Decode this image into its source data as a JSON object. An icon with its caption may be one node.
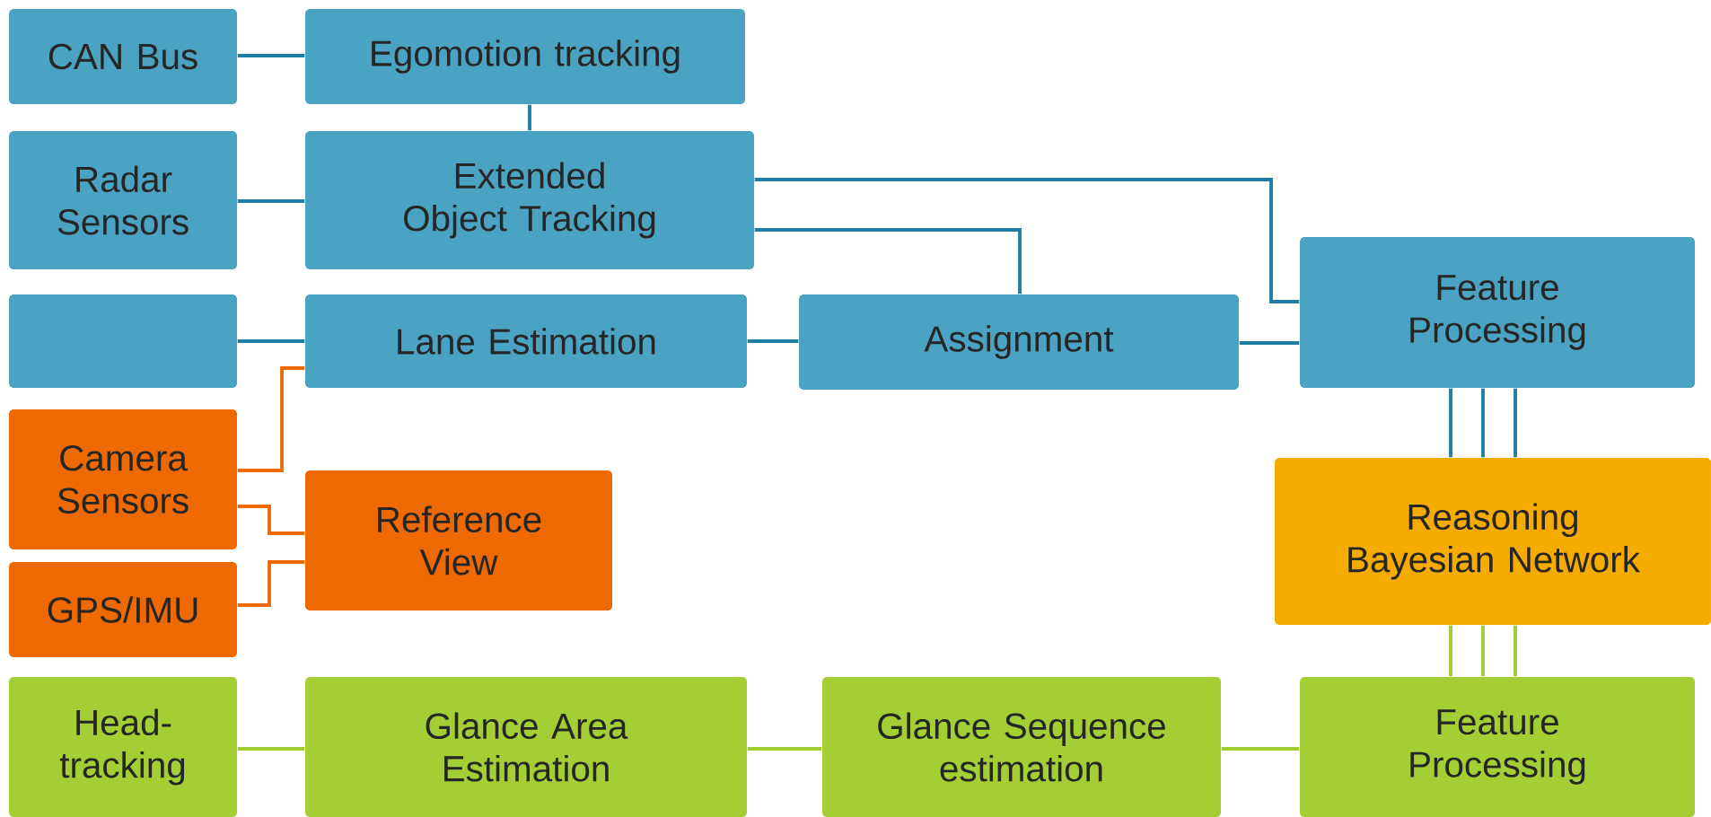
{
  "diagram": {
    "nodes": [
      {
        "text": [
          "CAN Bus"
        ]
      },
      {
        "text": [
          "Egomotion tracking"
        ]
      },
      {
        "text": [
          "Radar Sensors"
        ]
      },
      {
        "text": [
          "Extended Object Tracking"
        ]
      },
      {
        "text": [],
        "shape": "box"
      },
      {
        "text": [
          "Lane Estimation"
        ]
      },
      {
        "text": [
          "Assignment"
        ]
      },
      {
        "text": [
          "Feature Processing"
        ]
      },
      {
        "text": [
          "Camera Sensors"
        ]
      },
      {
        "text": [
          "Reference View"
        ]
      },
      {
        "text": [
          "GPS/IMU"
        ]
      },
      {
        "text": [
          "Reasoning Bayesian Network"
        ]
      },
      {
        "text": [
          "Head-tracking"
        ]
      },
      {
        "text": [
          "Glance Area Estimation"
        ]
      },
      {
        "text": [
          "Glance Sequence estimation"
        ]
      },
      {
        "text": [
          "Feature Processing"
        ]
      }
    ],
    "edges": [
      {
        "from": 0,
        "to": 1,
        "arrow": "none"
      },
      {
        "from": 1,
        "to": 3,
        "arrow": "none"
      },
      {
        "from": 2,
        "to": 3,
        "arrow": "none"
      },
      {
        "from": 3,
        "to": 7,
        "arrow": "none"
      },
      {
        "from": 3,
        "to": 6,
        "arrow": "none"
      },
      {
        "from": 4,
        "to": 5,
        "arrow": "none"
      },
      {
        "from": 5,
        "to": 6,
        "arrow": "none"
      },
      {
        "from": 6,
        "to": 7,
        "arrow": "none"
      },
      {
        "from": 7,
        "to": 11,
        "arrow": "none"
      },
      {
        "from": 7,
        "to": 11,
        "arrow": "none"
      },
      {
        "from": 7,
        "to": 11,
        "arrow": "none"
      },
      {
        "from": 8,
        "to": 5,
        "arrow": "none",
        "color": "#ee6a00"
      },
      {
        "from": 8,
        "to": 9,
        "arrow": "none",
        "color": "#ee6a00"
      },
      {
        "from": 10,
        "to": 9,
        "arrow": "none",
        "color": "#ee6a00"
      },
      {
        "from": 11,
        "to": 15,
        "arrow": "none",
        "color": "#a2cd32"
      },
      {
        "from": 11,
        "to": 15,
        "arrow": "none",
        "color": "#a2cd32"
      },
      {
        "from": 11,
        "to": 15,
        "arrow": "none",
        "color": "#a2cd32"
      },
      {
        "from": 12,
        "to": 13,
        "arrow": "none",
        "color": "#a2cd32"
      },
      {
        "from": 13,
        "to": 14,
        "arrow": "none",
        "color": "#a2cd32"
      },
      {
        "from": 14,
        "to": 15,
        "arrow": "none",
        "color": "#a2cd32"
      }
    ]
  }
}
